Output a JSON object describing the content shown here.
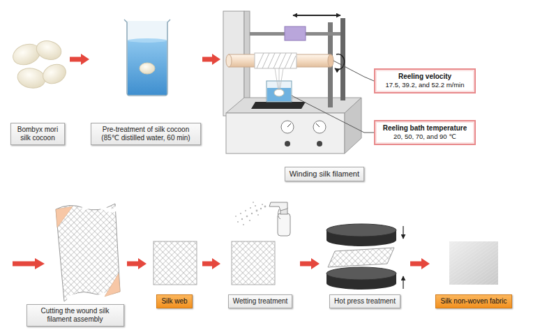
{
  "diagram": {
    "nodes": [
      {
        "text": [
          "Bombyx mori silk cocoon"
        ]
      },
      {
        "text": [
          "Pre-treatment of silk cocoon (85℃ distilled water, 60 min)"
        ]
      },
      {
        "text": [
          "Winding silk filament"
        ]
      },
      {
        "text": [
          "Reeling velocity",
          "17.5, 39.2, and 52.2 m/min"
        ]
      },
      {
        "text": [
          "Reeling bath temperature",
          "20, 50, 70, and 90 ℃"
        ]
      },
      {
        "text": [
          "Cutting the wound silk filament assembly"
        ]
      },
      {
        "text": [
          "Silk web"
        ]
      },
      {
        "text": [
          "Wetting treatment"
        ]
      },
      {
        "text": [
          "Hot press treatment"
        ]
      },
      {
        "text": [
          "Silk non-woven fabric"
        ]
      }
    ],
    "edges": [
      {
        "from": 0,
        "to": 1,
        "arrow": "to"
      },
      {
        "from": 1,
        "to": 2,
        "arrow": "to"
      },
      {
        "from": 2,
        "to": 3,
        "arrow": "none"
      },
      {
        "from": 2,
        "to": 4,
        "arrow": "none"
      },
      {
        "from": 5,
        "to": 6,
        "arrow": "to"
      },
      {
        "from": 6,
        "to": 7,
        "arrow": "to"
      },
      {
        "from": 7,
        "to": 8,
        "arrow": "to"
      },
      {
        "from": 8,
        "to": 9,
        "arrow": "to"
      }
    ]
  }
}
